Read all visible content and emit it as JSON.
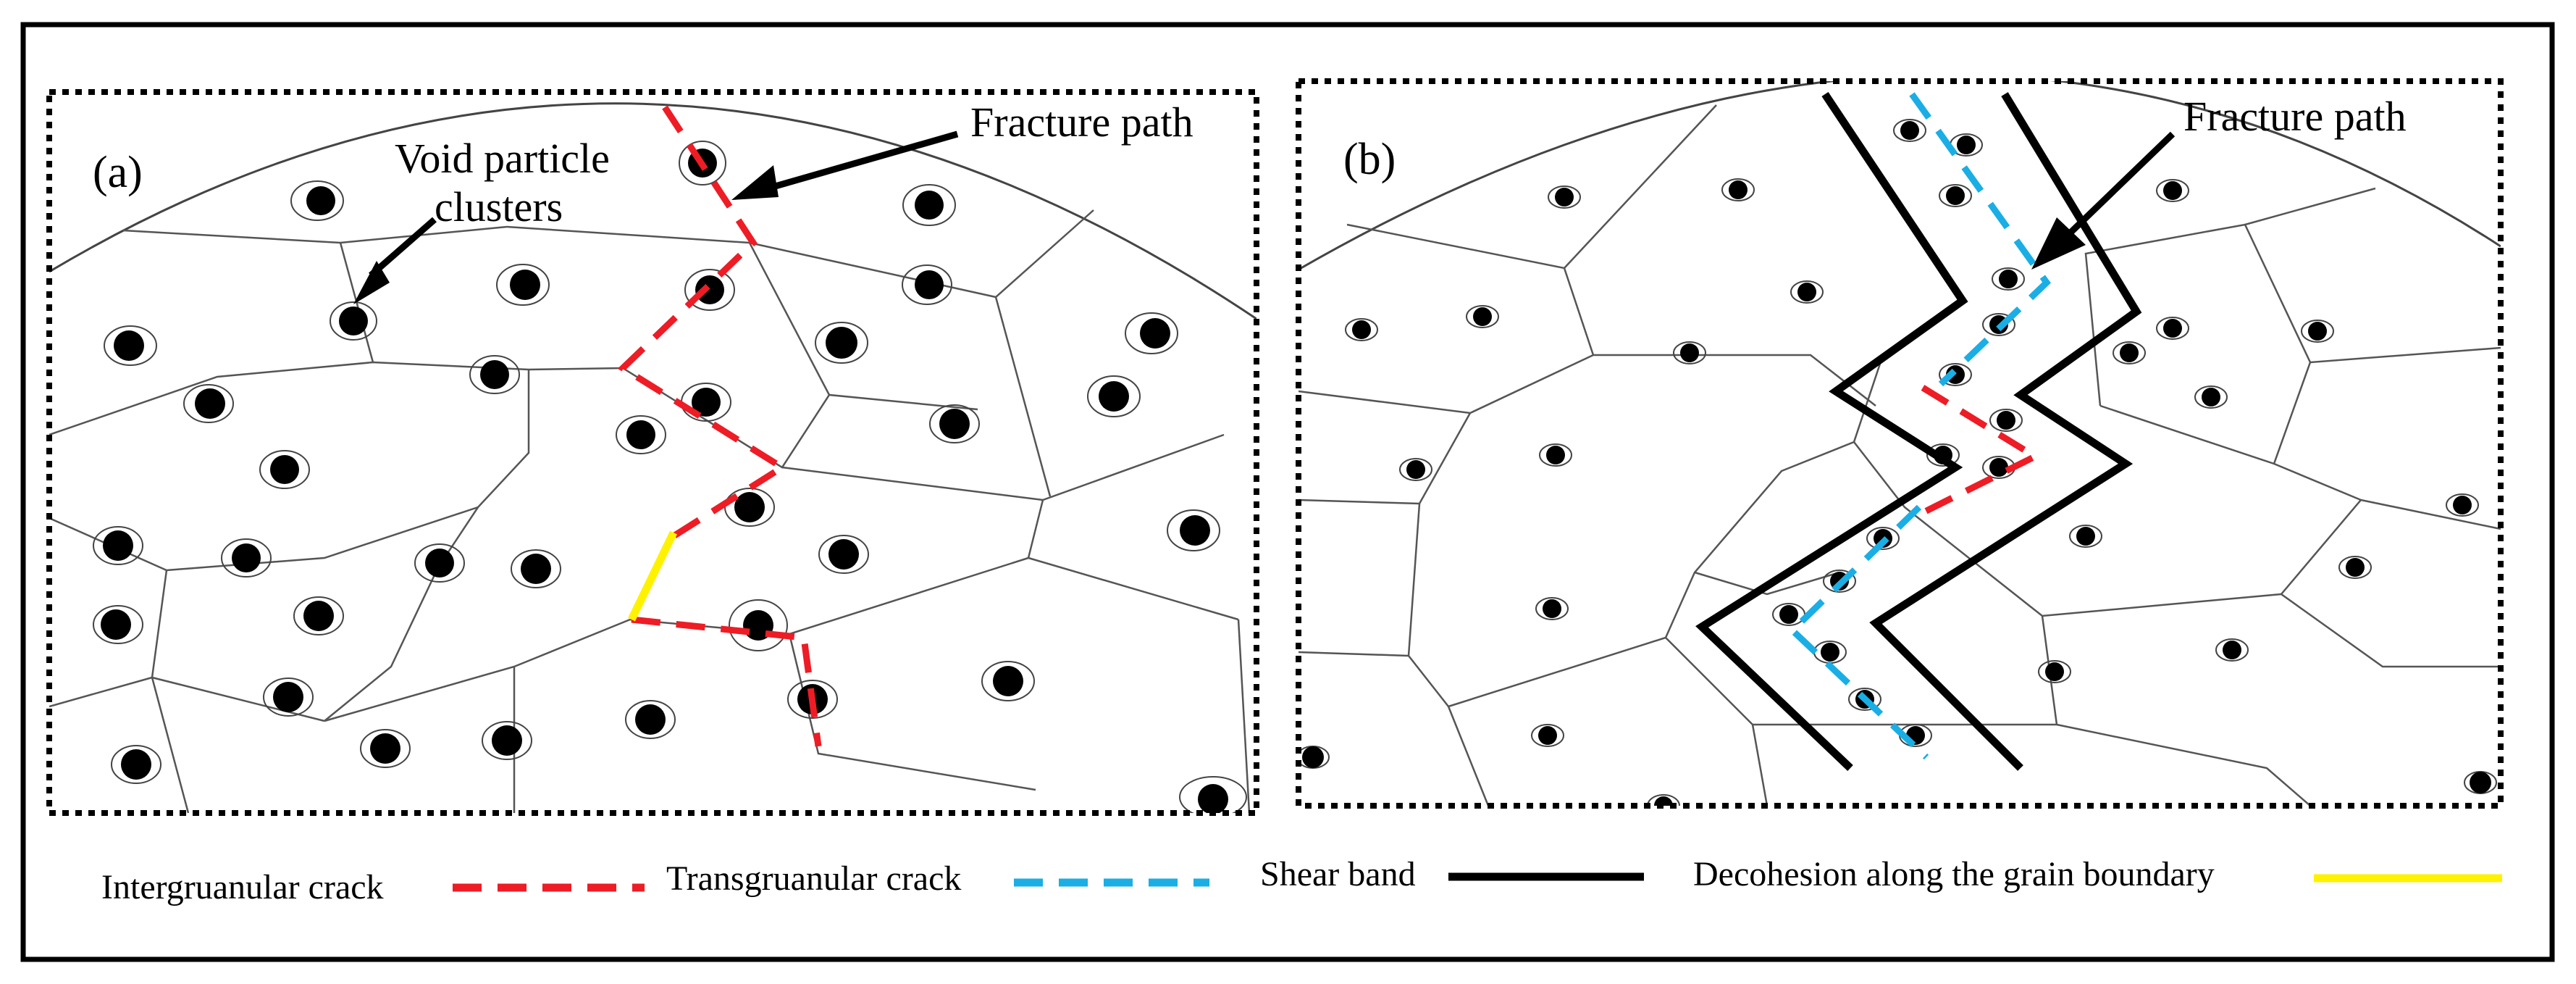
{
  "panel_a": {
    "label": "(a)",
    "annotation_line1": "Void particle",
    "annotation_line2": "clusters",
    "fracture_label": "Fracture path"
  },
  "panel_b": {
    "label": "(b)",
    "fracture_label": "Fracture path"
  },
  "legend": {
    "intergranular": "Intergruanular crack",
    "transgranular": "Transgruanular crack",
    "shear": "Shear band",
    "decohesion": "Decohesion along the grain boundary"
  },
  "colors": {
    "intergranular": "#ee1c25",
    "transgranular": "#1aaee5",
    "shear": "#000000",
    "decohesion": "#fff200",
    "grain_boundary": "#555555"
  }
}
